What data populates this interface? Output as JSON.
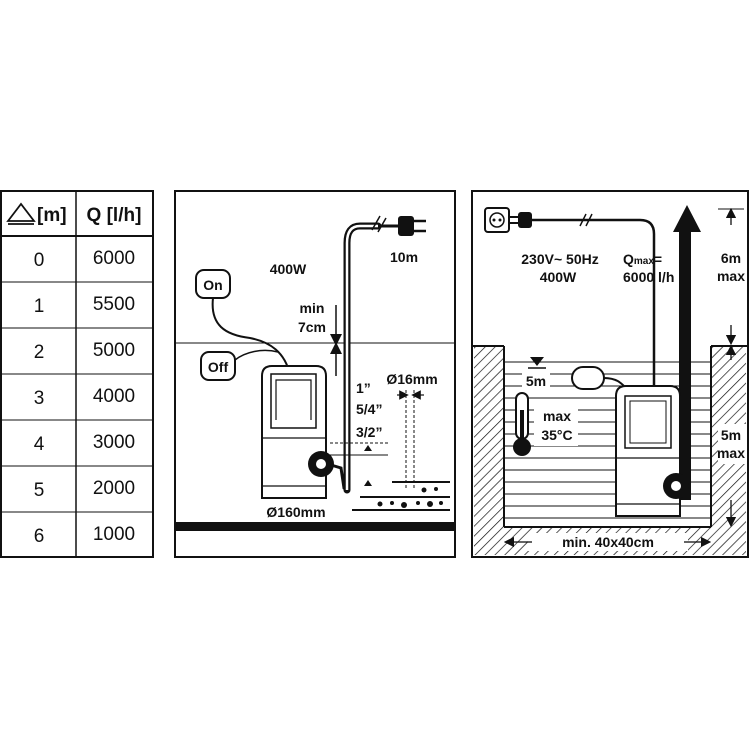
{
  "table": {
    "header_head": "[m]",
    "header_flow": "Q [l/h]",
    "rows": [
      {
        "head": "0",
        "flow": "6000"
      },
      {
        "head": "1",
        "flow": "5500"
      },
      {
        "head": "2",
        "flow": "5000"
      },
      {
        "head": "3",
        "flow": "4000"
      },
      {
        "head": "4",
        "flow": "3000"
      },
      {
        "head": "5",
        "flow": "2000"
      },
      {
        "head": "6",
        "flow": "1000"
      }
    ]
  },
  "panel_a": {
    "on_label": "On",
    "off_label": "Off",
    "power": "400W",
    "cable": "10m",
    "min_label": "min",
    "min_value": "7cm",
    "thread_1": "1”",
    "thread_2": "5/4”",
    "thread_3": "3/2”",
    "particle": "Ø16mm",
    "diameter": "Ø160mm"
  },
  "panel_b": {
    "voltage": "230V~ 50Hz",
    "power": "400W",
    "q_prefix": "Q",
    "q_sub": "max",
    "q_suffix": "=",
    "q_value": "6000 l/h",
    "head_value": "6m",
    "head_max": "max",
    "float_value": "5m",
    "temp_label": "max",
    "temp_value": "35°C",
    "depth_value": "5m",
    "depth_max": "max",
    "shaft_size": "min. 40x40cm"
  }
}
